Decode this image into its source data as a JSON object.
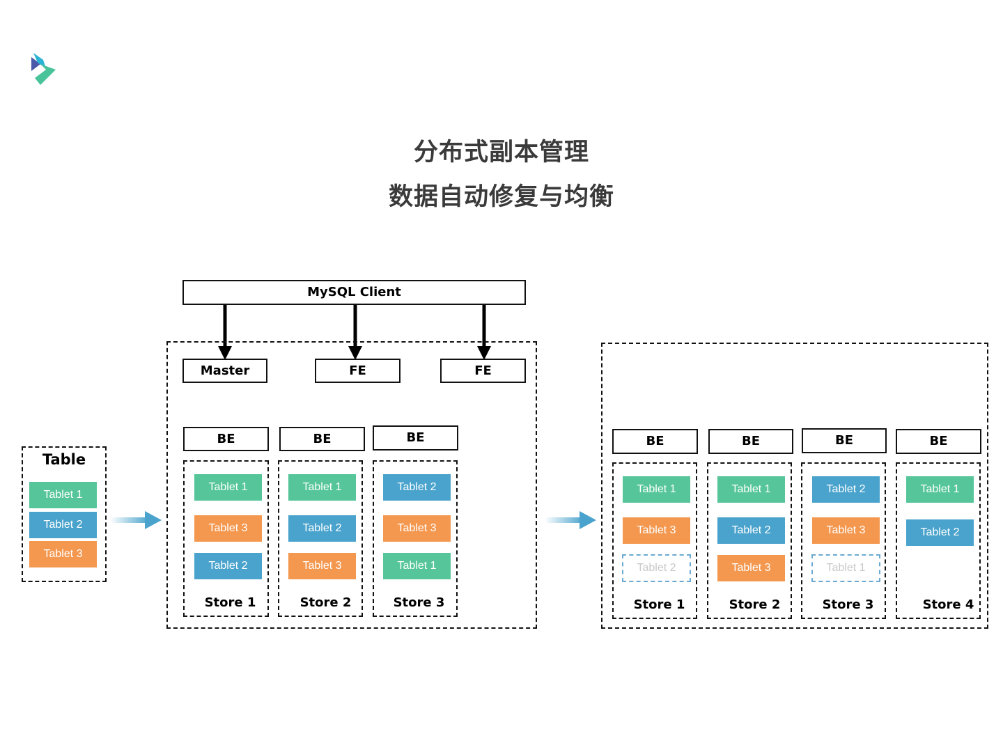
{
  "title": "分布式副本管理",
  "subtitle": "数据自动修复与均衡",
  "colors": {
    "tablet1": "#56c69a",
    "tablet2": "#4aa3cc",
    "tablet3": "#f49850",
    "ghost_border": "#6aaad2"
  },
  "table": {
    "title": "Table",
    "tablets": [
      "Tablet 1",
      "Tablet 2",
      "Tablet 3"
    ]
  },
  "client": "MySQL Client",
  "frontends": [
    "Master",
    "FE",
    "FE"
  ],
  "cluster_before": [
    {
      "be": "BE",
      "store": "Store 1",
      "tablets": [
        "Tablet 1",
        "Tablet 3",
        "Tablet 2"
      ]
    },
    {
      "be": "BE",
      "store": "Store 2",
      "tablets": [
        "Tablet 1",
        "Tablet 2",
        "Tablet 3"
      ]
    },
    {
      "be": "BE",
      "store": "Store 3",
      "tablets": [
        "Tablet 2",
        "Tablet 3",
        "Tablet 1"
      ]
    }
  ],
  "cluster_after": [
    {
      "be": "BE",
      "store": "Store 1",
      "tablets": [
        "Tablet 1",
        "Tablet 3",
        "Tablet 2"
      ],
      "ghost": "Tablet 2"
    },
    {
      "be": "BE",
      "store": "Store 2",
      "tablets": [
        "Tablet 1",
        "Tablet 2",
        "Tablet 3"
      ]
    },
    {
      "be": "BE",
      "store": "Store 3",
      "tablets": [
        "Tablet 2",
        "Tablet 3",
        "Tablet 1"
      ],
      "ghost": "Tablet 1"
    },
    {
      "be": "BE",
      "store": "Store 4",
      "tablets": [
        "Tablet 1",
        "Tablet 2"
      ]
    }
  ]
}
